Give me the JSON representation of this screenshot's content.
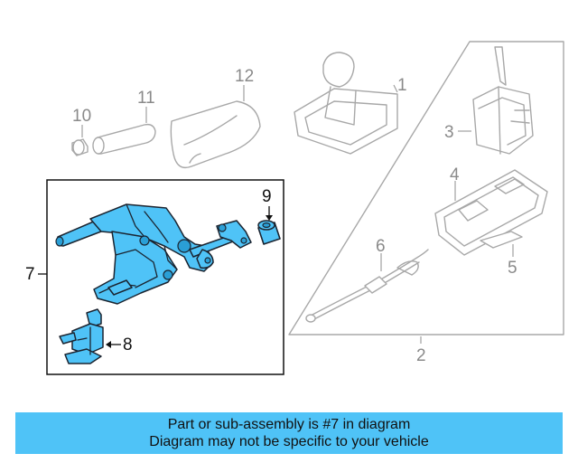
{
  "callouts": {
    "c1": "1",
    "c2": "2",
    "c3": "3",
    "c4": "4",
    "c5": "5",
    "c6": "6",
    "c7": "7",
    "c8": "8",
    "c9": "9",
    "c10": "10",
    "c11": "11",
    "c12": "12"
  },
  "highlight": {
    "part_fill": "#4fc3f7",
    "banner_color": "#4fc3f7"
  },
  "banner": {
    "line1": "Part or sub-assembly is #7 in diagram",
    "line2": "Diagram may not be specific to your vehicle"
  }
}
